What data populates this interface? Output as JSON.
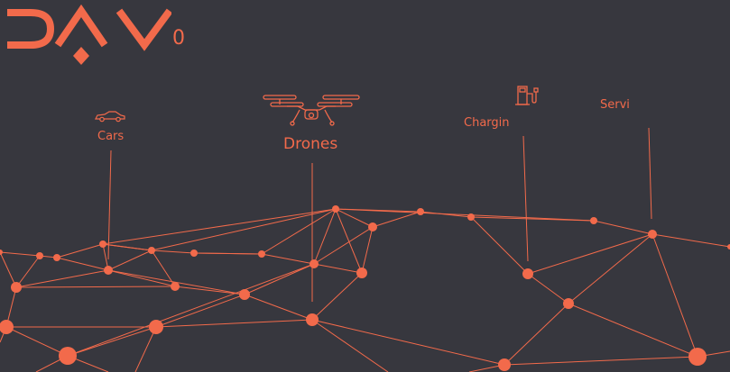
{
  "brand": {
    "logo_text": "DAV",
    "logo_suffix": "0"
  },
  "categories": {
    "cars": {
      "label": "Cars",
      "icon": "car-icon"
    },
    "drones": {
      "label": "Drones",
      "icon": "drone-icon"
    },
    "charging": {
      "label": "Chargin",
      "icon": "charging-station-icon"
    },
    "services": {
      "label": "Servi"
    }
  },
  "colors": {
    "background": "#37373e",
    "accent": "#f26a4b"
  }
}
